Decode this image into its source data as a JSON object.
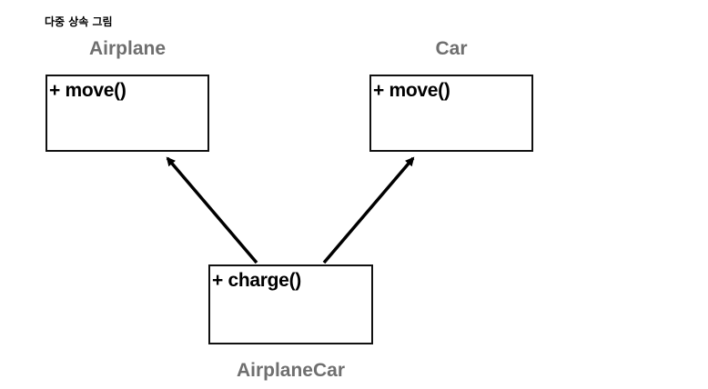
{
  "heading": "다중 상속 그림",
  "classes": {
    "airplane": {
      "name": "Airplane",
      "member": "+ move()"
    },
    "car": {
      "name": "Car",
      "member": "+ move()"
    },
    "airplane_car": {
      "name": "AirplaneCar",
      "member": "+ charge()"
    }
  },
  "colors": {
    "class_name": "#6f6f6f",
    "border": "#111111",
    "arrow": "#000000"
  }
}
